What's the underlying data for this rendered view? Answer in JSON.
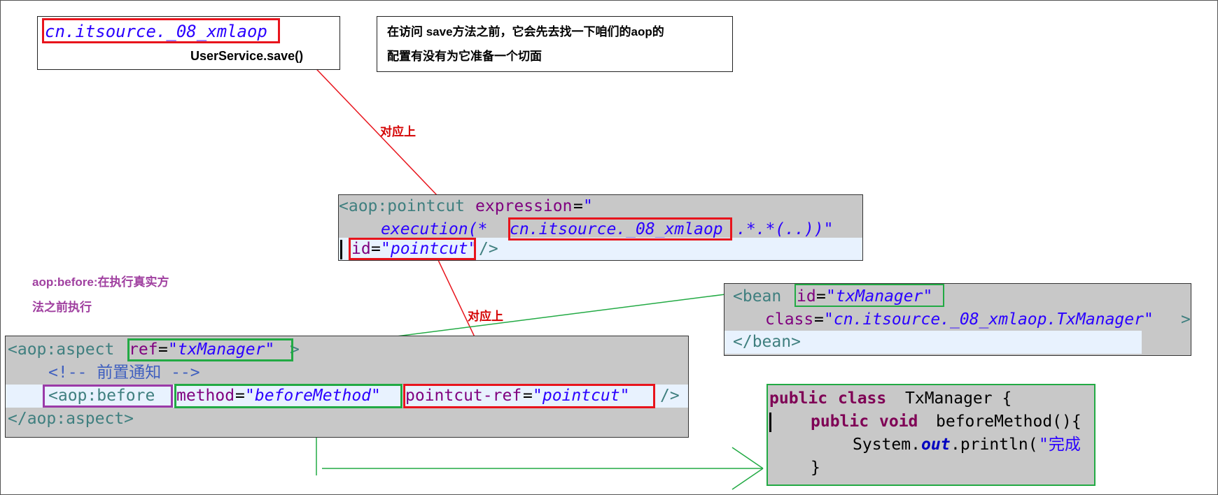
{
  "package_box": {
    "package": "cn.itsource._08_xmlaop",
    "method": "UserService.save()"
  },
  "note_box": {
    "line1": "在访问 save方法之前，它会先去找一下咱们的aop的",
    "line2": "配置有没有为它准备一个切面"
  },
  "labels": {
    "match_top": "对应上",
    "match_bottom": "对应上",
    "before_note_line1": "aop:before:在执行真实方",
    "before_note_line2": "法之前执行"
  },
  "pointcut_code": {
    "tag_open": "<aop:pointcut ",
    "expr_attr": "expression",
    "eq": "=",
    "quote_open": "\"",
    "exec_prefix": "execution(* ",
    "exec_package": "cn.itsource._08_xmlaop",
    "exec_suffix": ".*.*(..))\"",
    "id_attr": "id",
    "id_value": "\"pointcut\"",
    "tag_close": "/>"
  },
  "bean_code": {
    "tag_open": "<bean ",
    "id_attr": "id",
    "id_value": "\"txManager\"",
    "class_attr": "class",
    "class_value": "\"cn.itsource._08_xmlaop.TxManager\"",
    "tag_gt": ">",
    "end_tag": "</bean>"
  },
  "aspect_code": {
    "tag_open": "<aop:aspect ",
    "ref_attr": "ref",
    "ref_value": "\"txManager\"",
    "tag_gt": ">",
    "comment": "<!-- 前置通知 -->",
    "before_tag": "<aop:before",
    "method_attr": "method",
    "method_value": "\"beforeMethod\"",
    "pref_attr": "pointcut-ref",
    "pref_value": "\"pointcut\"",
    "self_close": "/>",
    "end_tag": "</aop:aspect>"
  },
  "java_code": {
    "kw_public": "public",
    "kw_class": "class",
    "class_name": "TxManager {",
    "kw_void": "void",
    "method_sig": "beforeMethod(){",
    "sys": "System.",
    "out": "out",
    "println": ".println(",
    "str": "\"完成",
    "brace": "}"
  },
  "colors": {
    "red_highlight": "#e8141c",
    "green_highlight": "#22aa44",
    "purple_highlight": "#9a3aa8",
    "code_background": "#c8c8c8",
    "current_line": "#e8f2fe"
  }
}
